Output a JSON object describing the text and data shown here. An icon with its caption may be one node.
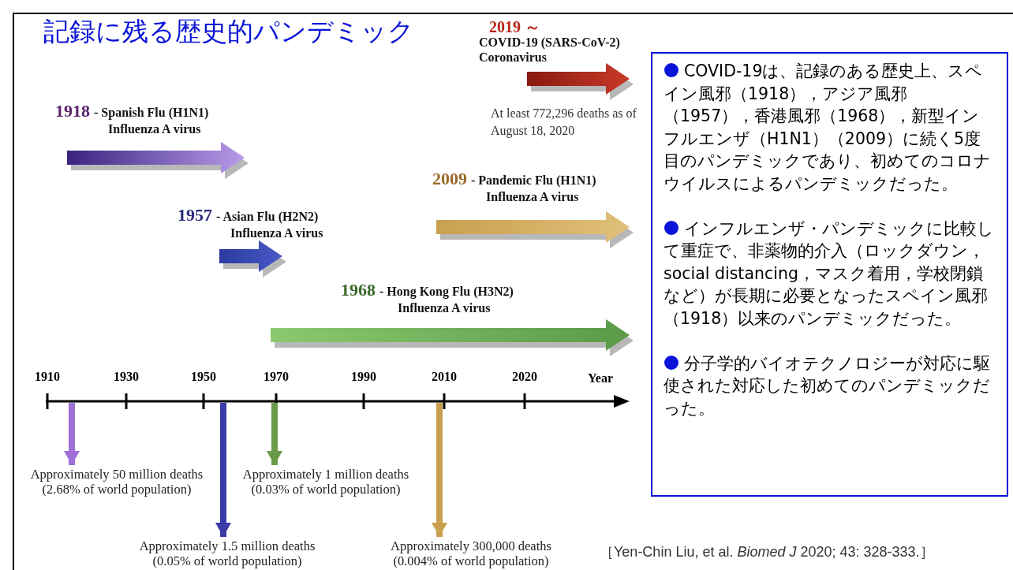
{
  "diagram": {
    "title": "記録に残る歴史的パンデミック",
    "caption": "［Yen-Chin Liu, et al. *Biomed J* 2020; 43: 328-333.］",
    "nodes": [
      {
        "text": [
          "Approximately 50 million deaths (2.68% of world population)"
        ]
      },
      {
        "text": [
          "Approximately 1.5 million deaths (0.05% of world population)"
        ]
      },
      {
        "text": [
          "Approximately 1 million deaths (0.03% of world population)"
        ]
      },
      {
        "text": [
          "Approximately 300,000 deaths (0.004% of world population)"
        ]
      },
      {
        "text": [
          "COVID-19は、記録のある歴史上、スペイン風邪（1918），アジア風邪（1957），香港風邪（1968），新型インフルエンザ（H1N1）（2009）に続く5度目のパンデミックであり、初めてのコロナウイルスによるパンデミックだった。",
          "インフルエンザ・パンデミックに比較して重症で、非薬物的介入（ロックダウン，social distancing，マスク着用，学校閉鎖など）が長期に必要となったスペイン風邪（1918）以来のパンデミックだった。",
          "分子学的バイオテクノロジーが対応に駆使された対応した初めてのパンデミックだった。"
        ]
      }
    ],
    "edges": [
      {
        "from": null,
        "to": 0,
        "arrow": "to",
        "color": "#a070d8"
      },
      {
        "from": null,
        "to": 1,
        "arrow": "to",
        "color": "#3a3aa8"
      },
      {
        "from": null,
        "to": 2,
        "arrow": "to",
        "color": "#6a9a48"
      },
      {
        "from": null,
        "to": 3,
        "arrow": "to",
        "color": "#c8a050"
      }
    ],
    "labels": [
      "2019 ～",
      "COVID-19 (SARS-CoV-2)",
      "Coronavirus",
      "At least 772,296 deaths as of August 18, 2020",
      "1918",
      "- Spanish Flu (H1N1)",
      "Influenza A virus",
      "2009",
      "- Pandemic Flu (H1N1)",
      "Influenza A virus",
      "1957",
      "- Asian Flu (H2N2)",
      "Influenza A virus",
      "1968",
      "- Hong Kong Flu (H3N2)",
      "Influenza A virus",
      "1910",
      "1930",
      "1950",
      "1970",
      "1990",
      "2010",
      "2020",
      "Year"
    ]
  }
}
